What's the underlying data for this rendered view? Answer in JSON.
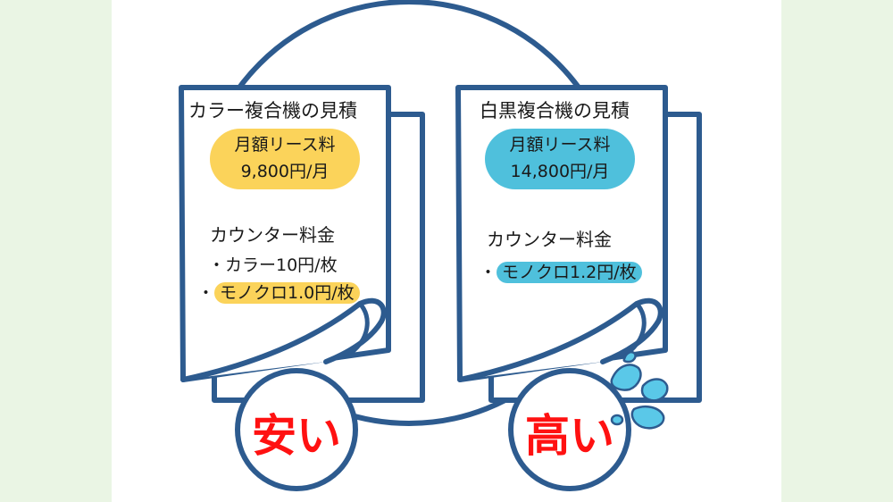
{
  "colors": {
    "outline": "#2d5b8f",
    "yellow": "#fbd35a",
    "blue": "#4fc0dc",
    "red": "#ff1111",
    "background": "#eaf5e4"
  },
  "left_card": {
    "title": "カラー複合機の見積",
    "lease_label": "月額リース料",
    "lease_price": "9,800円/月",
    "counter_label": "カウンター料金",
    "item_color": "・カラー10円/枚",
    "item_mono_bullet": "・",
    "item_mono": "モノクロ1.0円/枚",
    "verdict": "安い"
  },
  "right_card": {
    "title": "白黒複合機の見積",
    "lease_label": "月額リース料",
    "lease_price": "14,800円/月",
    "counter_label": "カウンター料金",
    "item_mono_bullet": "・",
    "item_mono": "モノクロ1.2円/枚",
    "verdict": "高い"
  },
  "icons": {
    "left_document": "document-stack-icon",
    "right_document": "document-stack-icon",
    "splash": "sweat-drops-icon"
  }
}
